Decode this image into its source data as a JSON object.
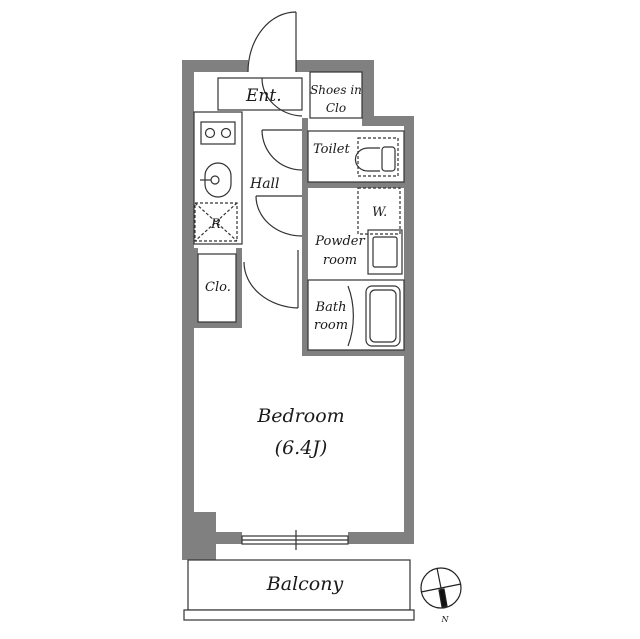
{
  "floorplan": {
    "wall_color": "#808080",
    "line_color": "#333333",
    "rooms": {
      "entrance": "Ent.",
      "shoes_closet_line1": "Shoes in",
      "shoes_closet_line2": "Clo",
      "toilet": "Toilet",
      "hall": "Hall",
      "washer": "W.",
      "refrigerator": "R",
      "powder_line1": "Powder",
      "powder_line2": "room",
      "closet": "Clo.",
      "bath_line1": "Bath",
      "bath_line2": "room",
      "bedroom": "Bedroom",
      "bedroom_size": "(6.4J)",
      "balcony": "Balcony"
    },
    "compass": {
      "label": "N"
    }
  }
}
